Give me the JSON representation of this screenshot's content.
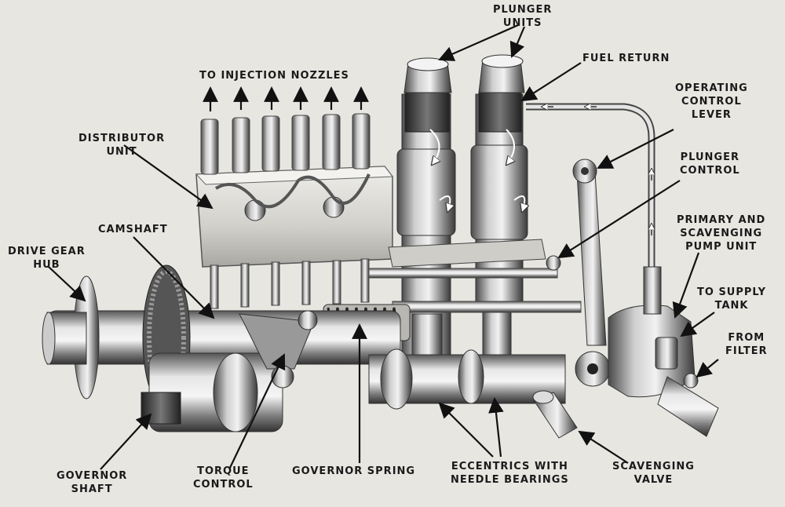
{
  "diagram": {
    "labels": {
      "plunger_units": [
        "PLUNGER",
        "UNITS"
      ],
      "fuel_return": [
        "FUEL RETURN"
      ],
      "to_injection_nozzles": [
        "TO INJECTION NOZZLES"
      ],
      "operating_control_lever": [
        "OPERATING",
        "CONTROL",
        "LEVER"
      ],
      "distributor_unit": [
        "DISTRIBUTOR",
        "UNIT"
      ],
      "plunger_control": [
        "PLUNGER",
        "CONTROL"
      ],
      "camshaft": [
        "CAMSHAFT"
      ],
      "drive_gear_hub": [
        "DRIVE GEAR",
        "HUB"
      ],
      "primary_scavenging_pump": [
        "PRIMARY AND",
        "SCAVENGING",
        "PUMP UNIT"
      ],
      "to_supply_tank": [
        "TO SUPPLY",
        "TANK"
      ],
      "from_filter": [
        "FROM",
        "FILTER"
      ],
      "governor_shaft": [
        "GOVERNOR",
        "SHAFT"
      ],
      "torque_control": [
        "TORQUE",
        "CONTROL"
      ],
      "governor_spring": [
        "GOVERNOR SPRING"
      ],
      "eccentrics": [
        "ECCENTRICS WITH",
        "NEEDLE BEARINGS"
      ],
      "scavenging_valve": [
        "SCAVENGING",
        "VALVE"
      ]
    },
    "colors": {
      "background": "#e8e6e1",
      "metal_dark": "#3a3a3a",
      "metal_mid": "#8a8a8a",
      "metal_light": "#d4d4d4",
      "leader": "#111111"
    }
  }
}
